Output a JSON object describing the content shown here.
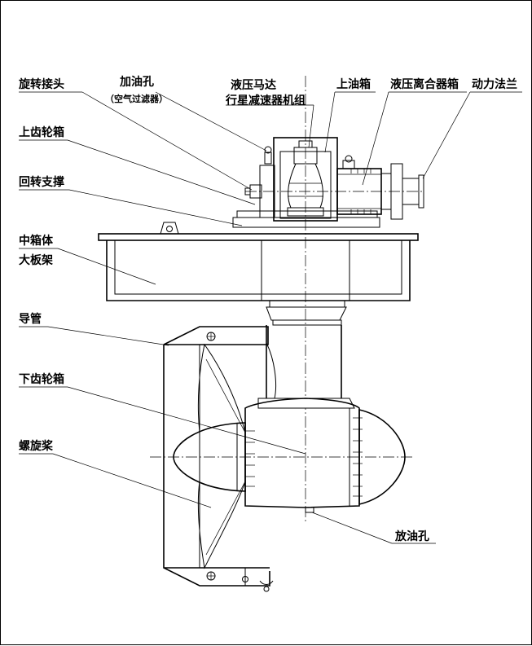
{
  "labels": {
    "rotary_joint": "旋转接头",
    "oil_filler": "加油孔",
    "oil_filler_sub": "（空气过滤器）",
    "hydraulic_motor": "液压马达",
    "planetary_reducer": "行星减速器机组",
    "upper_oil_tank": "上油箱",
    "hydraulic_clutch": "液压离合器箱",
    "power_flange": "动力法兰",
    "upper_gearbox": "上齿轮箱",
    "slewing_bearing": "回转支撑",
    "middle_box": "中箱体",
    "large_plate_frame": "大板架",
    "duct": "导管",
    "lower_gearbox": "下齿轮箱",
    "propeller": "螺旋桨",
    "drain_hole": "放油孔"
  }
}
